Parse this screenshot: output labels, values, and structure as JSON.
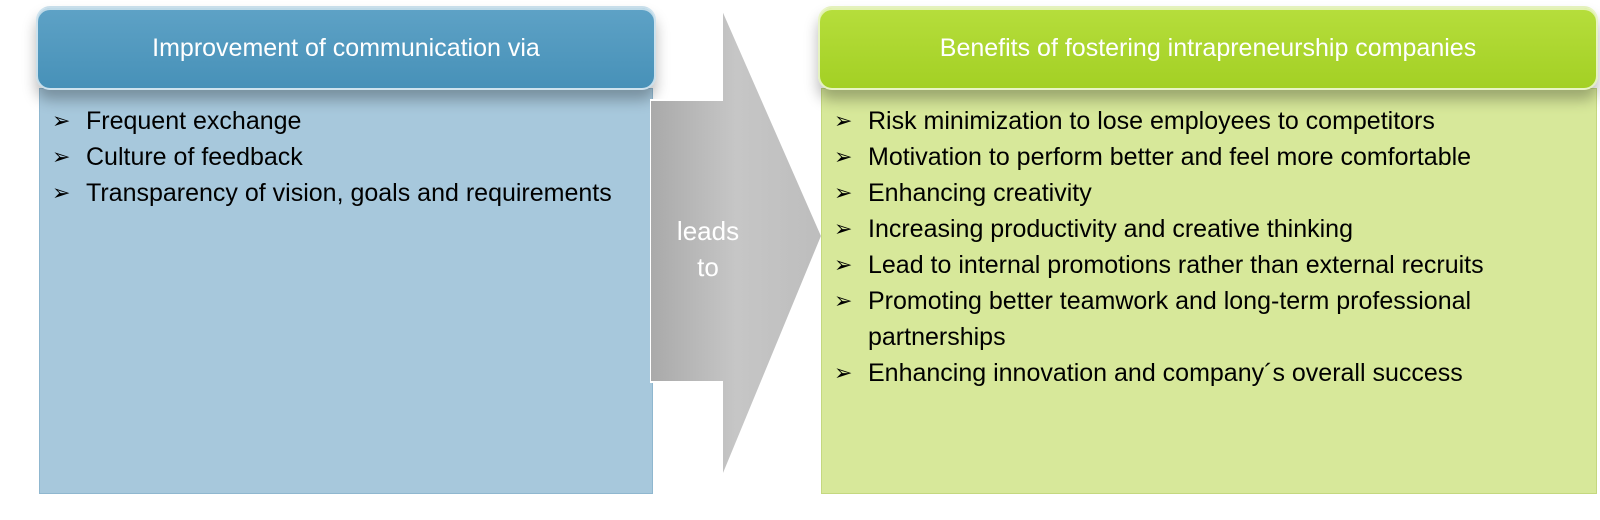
{
  "left": {
    "header": "Improvement of communication via",
    "items": [
      "Frequent exchange",
      "Culture of feedback",
      "Transparency of vision, goals and requirements"
    ]
  },
  "arrow": {
    "label": "leads to"
  },
  "right": {
    "header": "Benefits of fostering intrapreneurship companies",
    "items": [
      "Risk minimization to lose employees to competitors",
      "Motivation to perform better and feel more comfortable",
      "Enhancing creativity",
      "Increasing productivity and creative thinking",
      "Lead to internal promotions rather than external recruits",
      "Promoting better teamwork and long-term professional partnerships",
      "Enhancing innovation and company´s overall success"
    ]
  },
  "bullet_icon": "arrowhead-bullet-icon",
  "colors": {
    "left_header": "#4a93bb",
    "left_body": "#a7c8dc",
    "right_header": "#a9d52c",
    "right_body": "#d7e89a",
    "arrow": "#bdbdbd"
  }
}
